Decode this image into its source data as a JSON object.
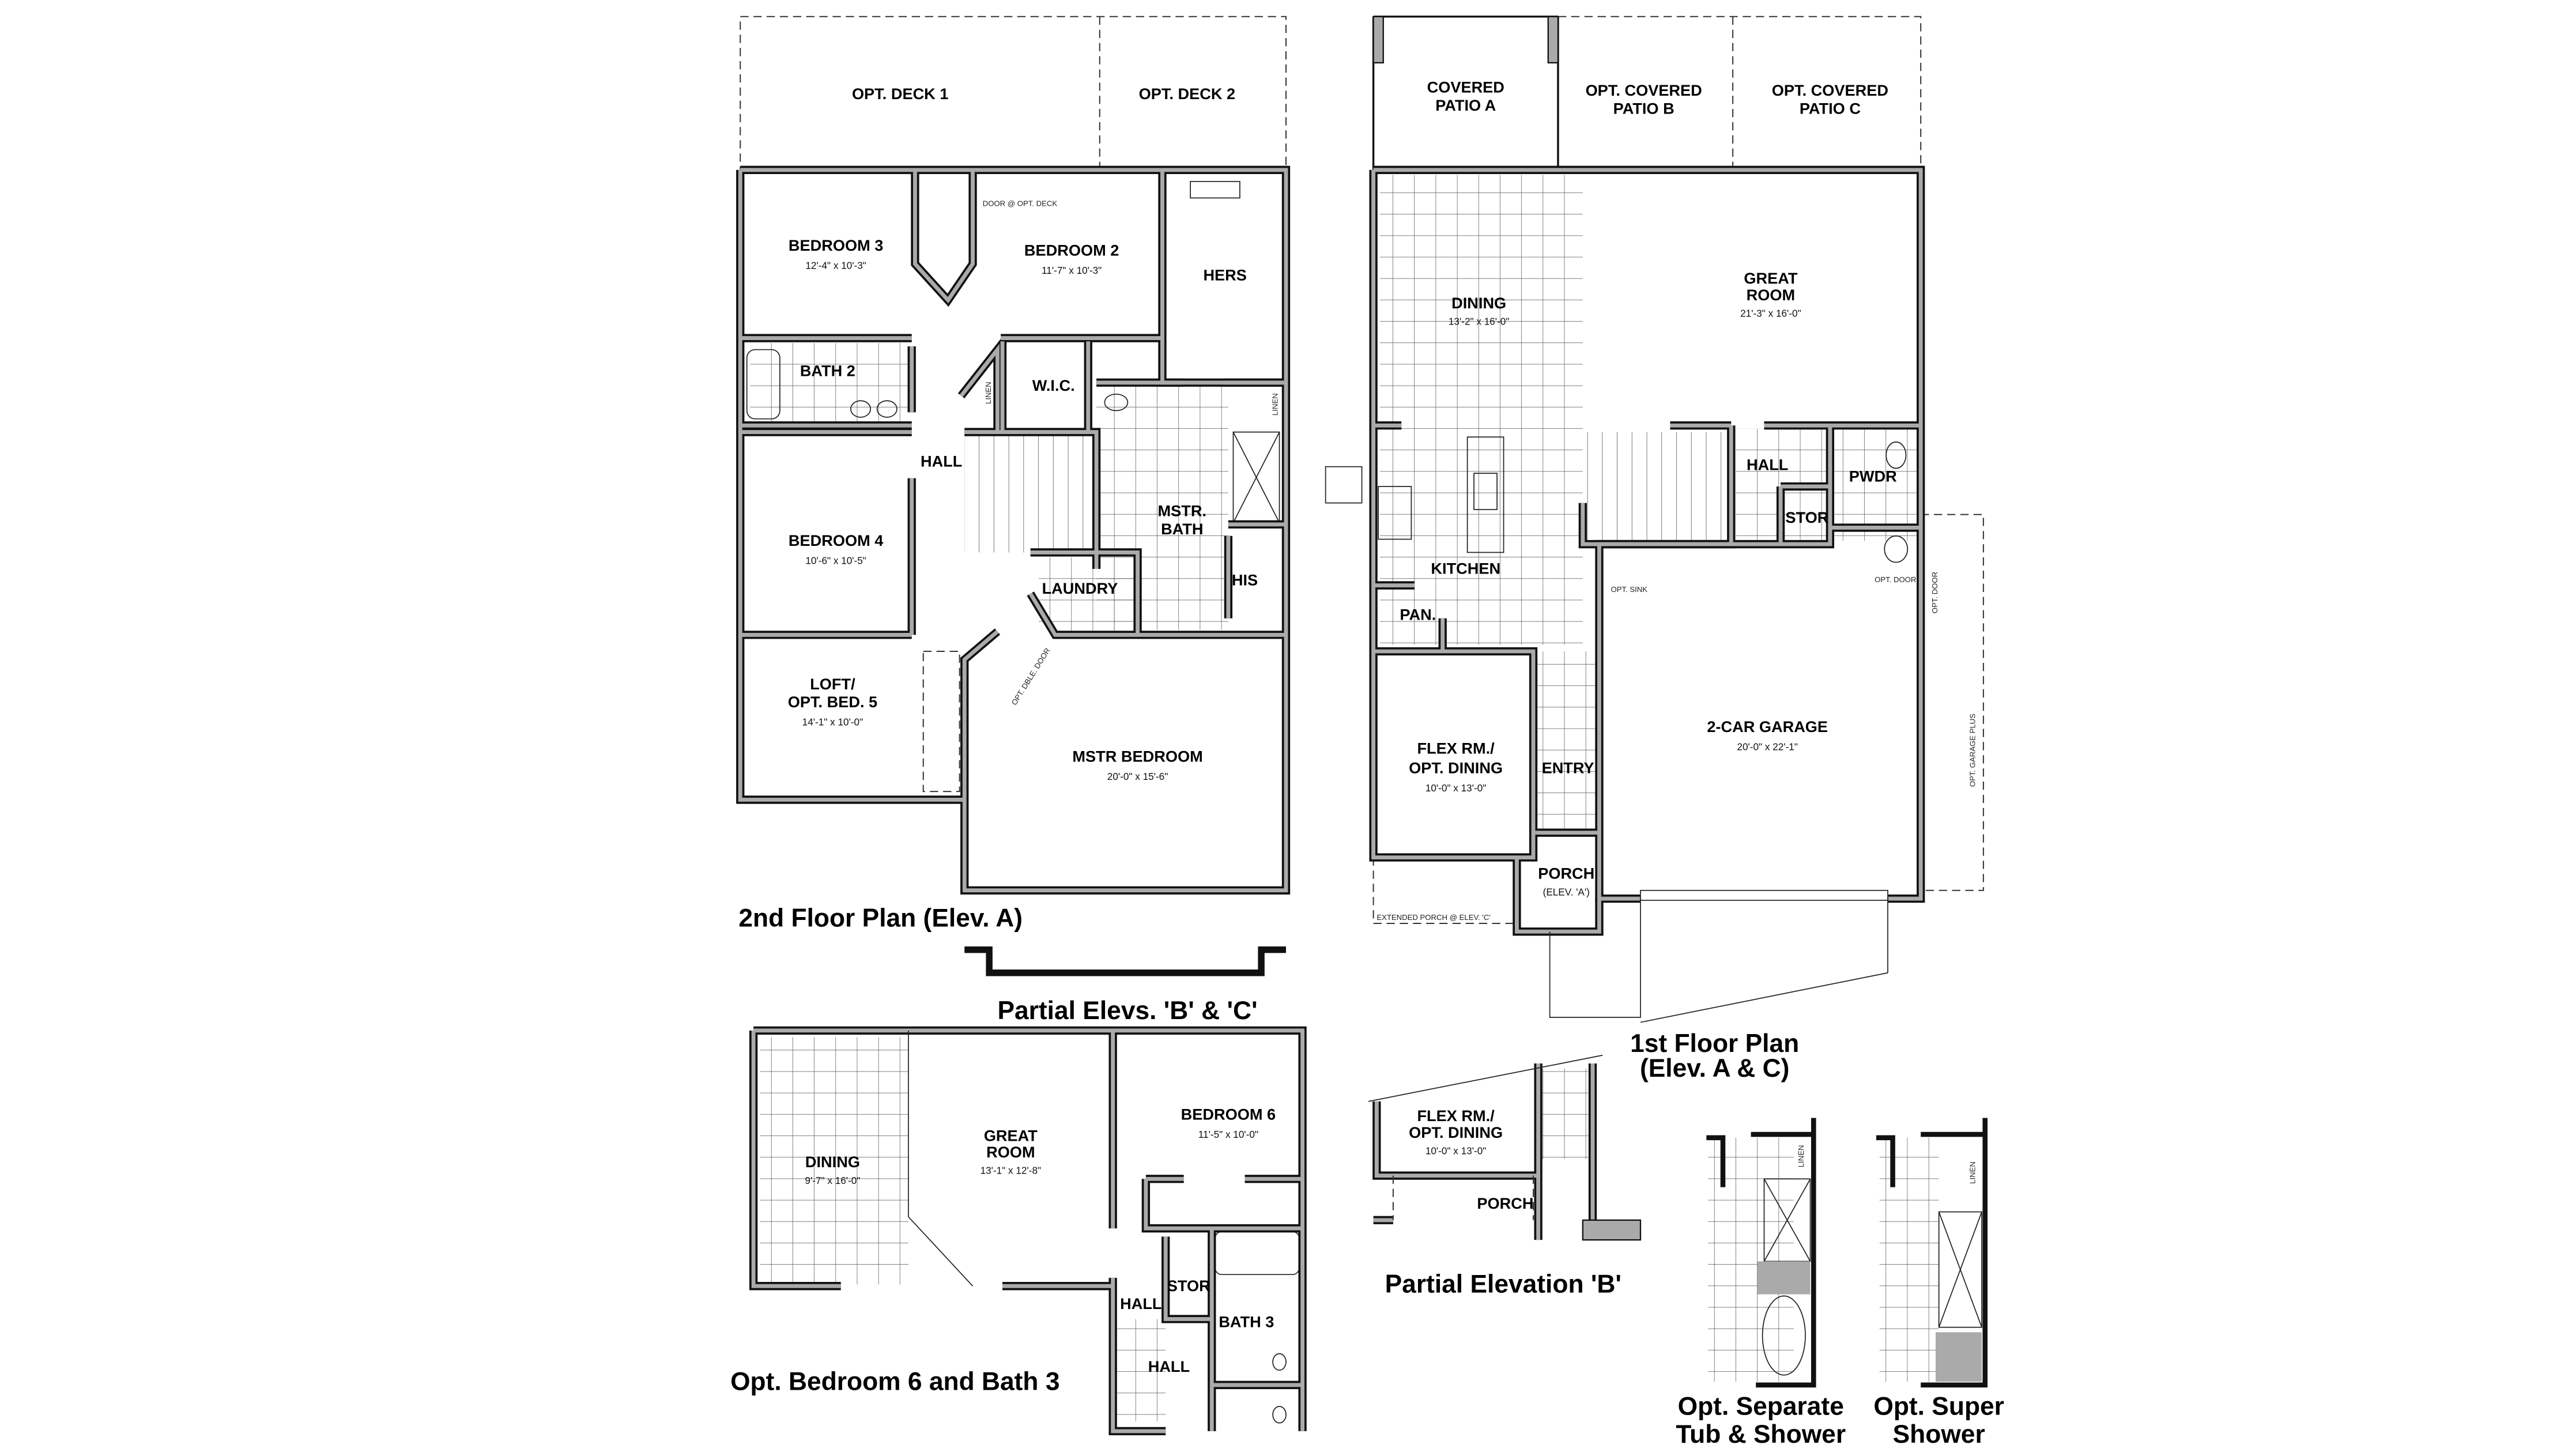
{
  "second_floor": {
    "title": "2nd Floor Plan (Elev. A)",
    "partial_title": "Partial Elevs. 'B' & 'C'",
    "rooms": [
      {
        "lines": [
          "OPT. DECK 1"
        ],
        "dims": ""
      },
      {
        "lines": [
          "OPT. DECK 2"
        ],
        "dims": ""
      },
      {
        "lines": [
          "BEDROOM 3"
        ],
        "dims": "12'-4\" x 10'-3\""
      },
      {
        "lines": [
          "BEDROOM 2"
        ],
        "dims": "11'-7\" x 10'-3\""
      },
      {
        "lines": [
          "HERS"
        ],
        "dims": ""
      },
      {
        "lines": [
          "BATH 2"
        ],
        "dims": ""
      },
      {
        "lines": [
          "W.I.C."
        ],
        "dims": ""
      },
      {
        "lines": [
          "HALL"
        ],
        "dims": ""
      },
      {
        "lines": [
          "BEDROOM 4"
        ],
        "dims": "10'-6\" x 10'-5\""
      },
      {
        "lines": [
          "MSTR.",
          "BATH"
        ],
        "dims": ""
      },
      {
        "lines": [
          "LAUNDRY"
        ],
        "dims": ""
      },
      {
        "lines": [
          "HIS"
        ],
        "dims": ""
      },
      {
        "lines": [
          "LOFT/",
          "OPT. BED. 5"
        ],
        "dims": "14'-1\" x 10'-0\""
      },
      {
        "lines": [
          "MSTR BEDROOM"
        ],
        "dims": "20'-0\" x 15'-6\""
      }
    ],
    "notes": [
      "DOOR @ OPT. DECK",
      "LINEN",
      "LINEN",
      "OPT. DBLE. DOOR"
    ]
  },
  "first_floor": {
    "title_lines": [
      "1st Floor Plan",
      "(Elev. A & C)"
    ],
    "rooms": [
      {
        "lines": [
          "COVERED",
          "PATIO A"
        ],
        "dims": ""
      },
      {
        "lines": [
          "OPT. COVERED",
          "PATIO B"
        ],
        "dims": ""
      },
      {
        "lines": [
          "OPT. COVERED",
          "PATIO C"
        ],
        "dims": ""
      },
      {
        "lines": [
          "DINING"
        ],
        "dims": "13'-2\" x 16'-0\""
      },
      {
        "lines": [
          "GREAT",
          "ROOM"
        ],
        "dims": "21'-3\" x 16'-0\""
      },
      {
        "lines": [
          "HALL"
        ],
        "dims": ""
      },
      {
        "lines": [
          "PWDR"
        ],
        "dims": ""
      },
      {
        "lines": [
          "STOR"
        ],
        "dims": ""
      },
      {
        "lines": [
          "KITCHEN"
        ],
        "dims": ""
      },
      {
        "lines": [
          "PAN."
        ],
        "dims": ""
      },
      {
        "lines": [
          "FLEX RM./",
          "OPT. DINING"
        ],
        "dims": "10'-0\" x 13'-0\""
      },
      {
        "lines": [
          "ENTRY"
        ],
        "dims": ""
      },
      {
        "lines": [
          "PORCH"
        ],
        "dims": "(ELEV. 'A')"
      },
      {
        "lines": [
          "2-CAR GARAGE"
        ],
        "dims": "20'-0\" x 22'-1\""
      }
    ],
    "notes": [
      "OPT. SINK",
      "OPT. DOOR",
      "OPT. DOOR",
      "OPT. GARAGE PLUS",
      "EXTENDED PORCH @ ELEV. 'C'"
    ]
  },
  "opt_bedroom6": {
    "title": "Opt. Bedroom 6 and Bath 3",
    "rooms": [
      {
        "lines": [
          "DINING"
        ],
        "dims": "9'-7\" x 16'-0\""
      },
      {
        "lines": [
          "GREAT",
          "ROOM"
        ],
        "dims": "13'-1\" x 12'-8\""
      },
      {
        "lines": [
          "BEDROOM 6"
        ],
        "dims": "11'-5\" x 10'-0\""
      },
      {
        "lines": [
          "STOR"
        ],
        "dims": ""
      },
      {
        "lines": [
          "HALL"
        ],
        "dims": ""
      },
      {
        "lines": [
          "BATH 3"
        ],
        "dims": ""
      },
      {
        "lines": [
          "HALL"
        ],
        "dims": ""
      }
    ]
  },
  "partial_elevation_b": {
    "title": "Partial Elevation 'B'",
    "rooms": [
      {
        "lines": [
          "FLEX RM./",
          "OPT. DINING"
        ],
        "dims": "10'-0\" x 13'-0\""
      },
      {
        "lines": [
          "PORCH"
        ],
        "dims": ""
      }
    ]
  },
  "opt_separate_tub": {
    "title_lines": [
      "Opt. Separate",
      "Tub & Shower"
    ],
    "note": "LINEN"
  },
  "opt_super_shower": {
    "title_lines": [
      "Opt. Super",
      "Shower"
    ],
    "note": "LINEN"
  },
  "colors": {
    "wall_fill": "#aaaaaa",
    "wall_outline": "#111111",
    "background": "#ffffff"
  }
}
